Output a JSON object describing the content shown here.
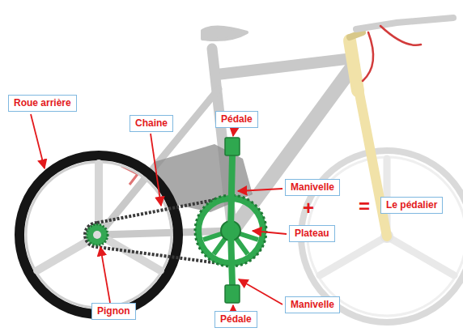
{
  "diagram": {
    "nodes": [
      {
        "text": [
          "Roue arrière"
        ]
      },
      {
        "text": [
          "Chaine"
        ]
      },
      {
        "text": [
          "Pédale"
        ]
      },
      {
        "text": [
          "Manivelle"
        ]
      },
      {
        "text": [
          "Plateau"
        ]
      },
      {
        "text": [
          "Le pédalier"
        ]
      },
      {
        "text": [
          "Pignon"
        ]
      },
      {
        "text": [
          "Manivelle"
        ]
      },
      {
        "text": [
          "Pédale"
        ]
      }
    ],
    "labels": [
      "+",
      "="
    ]
  }
}
